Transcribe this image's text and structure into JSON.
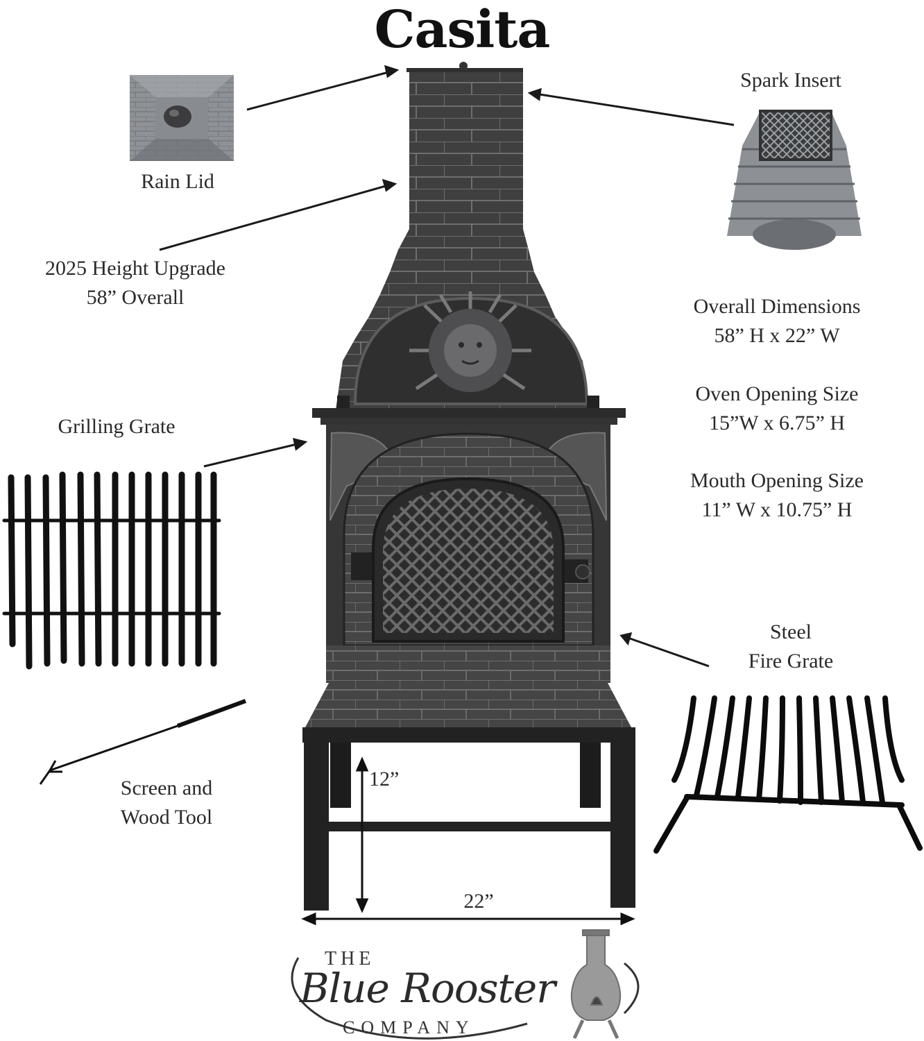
{
  "title": "Casita",
  "labels": {
    "rain_lid": "Rain Lid",
    "spark_insert": "Spark Insert",
    "height_upgrade_line1": "2025 Height Upgrade",
    "height_upgrade_line2": "58” Overall",
    "overall_dimensions_label": "Overall Dimensions",
    "overall_dimensions_value": "58” H x 22” W",
    "oven_opening_label": "Oven Opening Size",
    "oven_opening_value": "15”W x 6.75” H",
    "mouth_opening_label": "Mouth Opening Size",
    "mouth_opening_value": "11” W x 10.75” H",
    "grilling_grate": "Grilling Grate",
    "steel_fire_grate_line1": "Steel",
    "steel_fire_grate_line2": "Fire Grate",
    "screen_tool_line1": "Screen and",
    "screen_tool_line2": "Wood Tool",
    "leg_height": "12”",
    "width": "22”"
  },
  "logo": {
    "the": "THE",
    "brand": "Blue Rooster",
    "company": "COMPANY"
  },
  "colors": {
    "iron": "#3b3b3b",
    "iron_light": "#5a5a5a",
    "brick_line": "#8a8a8a",
    "steel": "#111111",
    "lid_gray": "#8c8f93"
  }
}
